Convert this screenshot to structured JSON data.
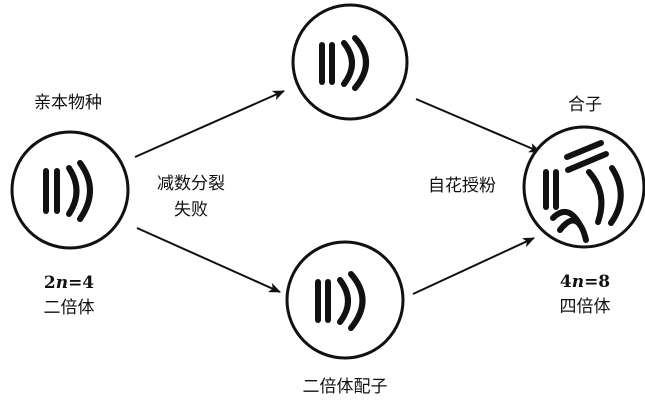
{
  "labels": {
    "parent": "亲本物种",
    "meiosis_line1": "减数分裂",
    "meiosis_line2": "失败",
    "self_pollination": "自花授粉",
    "zygote": "合子",
    "diploid_gamete": "二倍体配子",
    "parent_count_prefix": "2",
    "parent_count_var": "n",
    "parent_count_value": "=4",
    "parent_ploidy": "二倍体",
    "zygote_count_prefix": "4",
    "zygote_count_var": "n",
    "zygote_count_value": "=8",
    "zygote_ploidy": "四倍体"
  },
  "colors": {
    "ink": "#111111",
    "background": "#ffffff"
  }
}
